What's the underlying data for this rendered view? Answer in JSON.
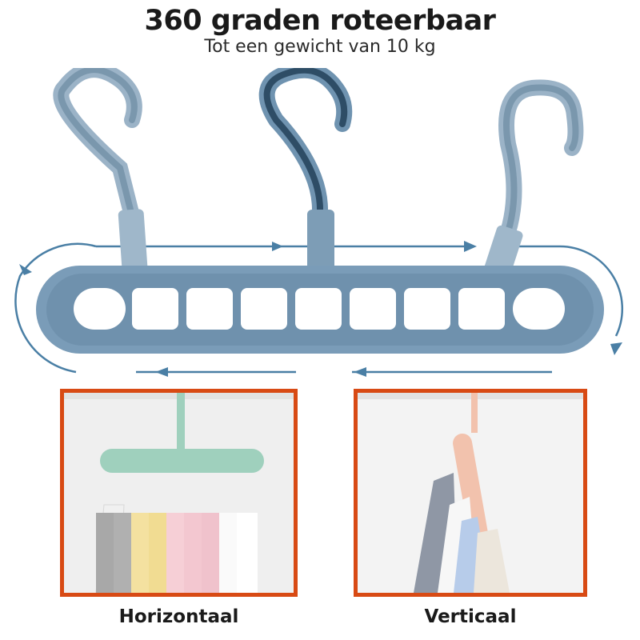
{
  "header": {
    "title": "360 graden roteerbaar",
    "subtitle": "Tot een gewicht van 10 kg"
  },
  "product": {
    "name": "multi-slot clothes hanger",
    "slot_count": 9,
    "hook_count": 3,
    "color": "#7a9cb8",
    "arrow_color": "#4a7fa5"
  },
  "examples": [
    {
      "label": "Horizontaal",
      "hanger_color": "#9fd0bd",
      "border_color": "#d84a14"
    },
    {
      "label": "Verticaal",
      "hanger_color": "#f2c2ad",
      "border_color": "#d84a14"
    }
  ]
}
